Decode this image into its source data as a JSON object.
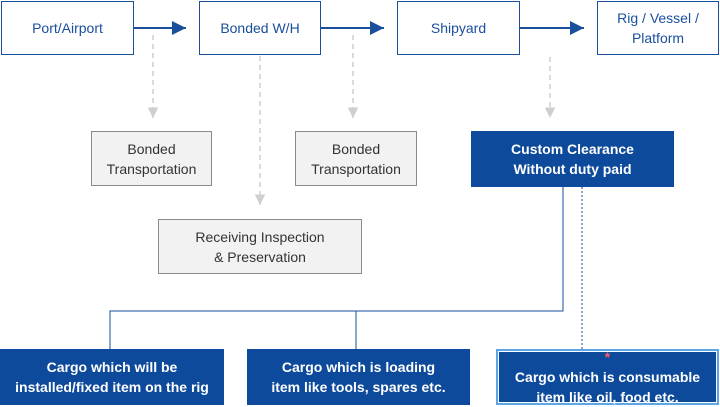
{
  "flow": {
    "port_airport": "Port/Airport",
    "bonded_wh": "Bonded W/H",
    "shipyard": "Shipyard",
    "rig_vessel": [
      "Rig / Vessel /",
      "Platform"
    ]
  },
  "steps": {
    "bonded_transport_1": [
      "Bonded",
      "Transportation"
    ],
    "bonded_transport_2": [
      "Bonded",
      "Transportation"
    ],
    "custom_clearance": [
      "Custom Clearance",
      "Without duty paid"
    ],
    "receiving_inspection": [
      "Receiving Inspection",
      "& Preservation"
    ]
  },
  "cargo": {
    "installed": [
      "Cargo which will be",
      "installed/fixed item on the rig"
    ],
    "loading": [
      "Cargo which  is loading",
      "item like tools, spares etc."
    ],
    "consumable_mark": "*",
    "consumable": [
      "Cargo which is consumable",
      "item like oil, food etc."
    ]
  },
  "colors": {
    "primary_blue": "#1a4f9c",
    "solid_blue": "#0d4a9b",
    "highlight_border": "#5aa6e6",
    "asterisk": "#ff5a6e",
    "dashed_grey": "#cfcfcf"
  }
}
